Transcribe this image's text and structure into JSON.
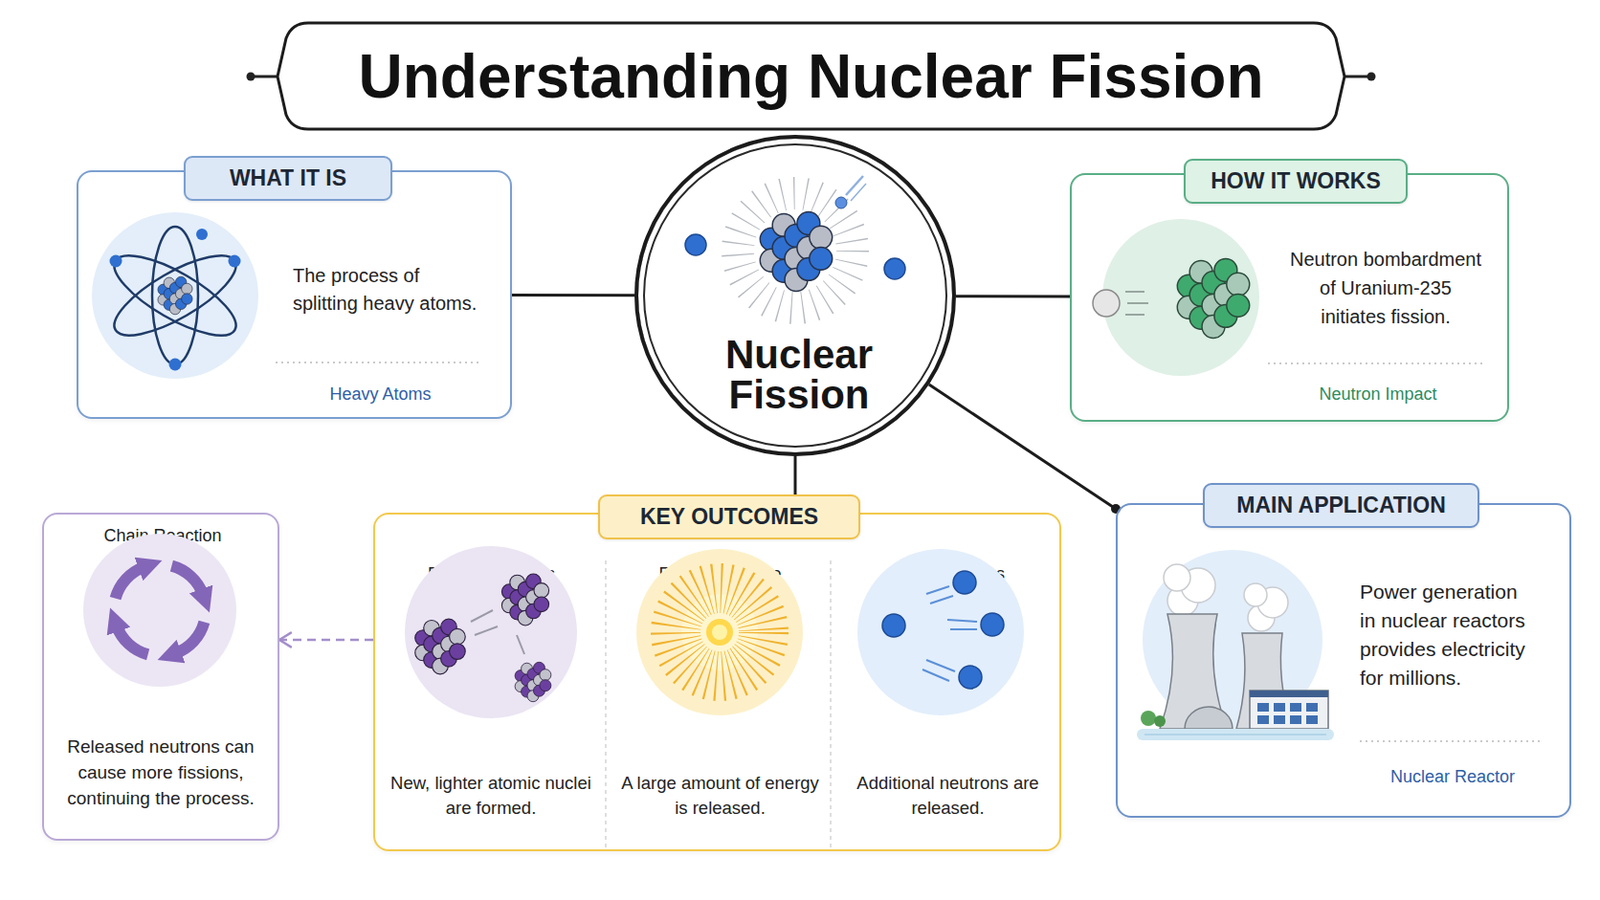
{
  "diagram": {
    "title": "Understanding Nuclear Fission",
    "nodes": [
      {
        "text": [
          "WHAT IT IS",
          "The process of splitting heavy atoms.",
          "Heavy Atoms"
        ]
      },
      {
        "text": [
          "Nuclear Fission"
        ]
      },
      {
        "text": [
          "HOW IT WORKS",
          "Neutron bombardment of Uranium-235 initiates fission.",
          "Neutron Impact"
        ]
      },
      {
        "text": [
          "Chain Reaction",
          "Released neutrons can cause more fissions, continuing the process."
        ]
      },
      {
        "text": [
          "KEY OUTCOMES"
        ]
      },
      {
        "text": [
          "Fission Products",
          "New, lighter atomic nuclei are formed."
        ],
        "in": 4
      },
      {
        "text": [
          "Energy Release",
          "A large amount of energy is released."
        ],
        "in": 4
      },
      {
        "text": [
          "More Neutrons",
          "Additional neutrons are released."
        ],
        "in": 4
      },
      {
        "text": [
          "MAIN APPLICATION",
          "Power generation in nuclear reactors provides electricity for millions.",
          "Nuclear Reactor"
        ]
      }
    ],
    "edges": [
      {
        "from": 1,
        "to": 0,
        "arrow": "none"
      },
      {
        "from": 1,
        "to": 2,
        "arrow": "none"
      },
      {
        "from": 1,
        "to": 4,
        "arrow": "none"
      },
      {
        "from": 1,
        "to": 8,
        "arrow": "none"
      },
      {
        "from": 4,
        "to": 3,
        "arrow": "to"
      }
    ]
  }
}
